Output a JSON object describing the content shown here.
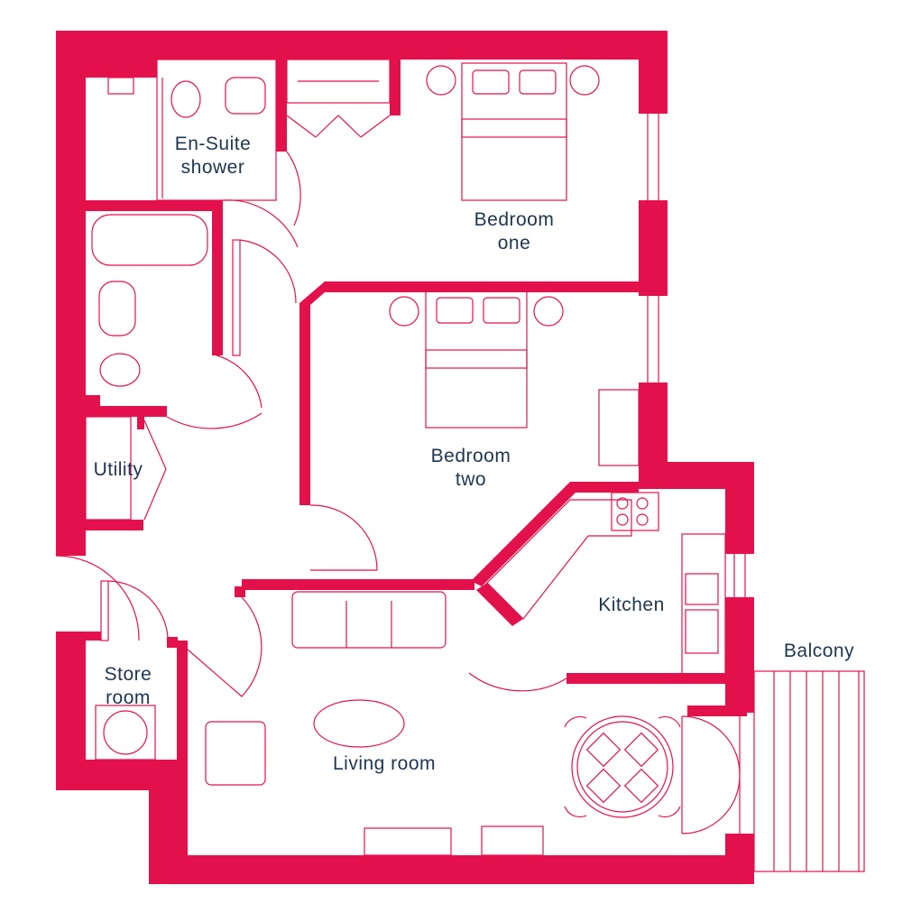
{
  "colors": {
    "wall": "#e3114b",
    "text": "#1e3550",
    "background": "#ffffff"
  },
  "rooms": {
    "ensuite": {
      "line1": "En-Suite",
      "line2": "shower"
    },
    "bedroom_one": {
      "line1": "Bedroom",
      "line2": "one"
    },
    "bedroom_two": {
      "line1": "Bedroom",
      "line2": "two"
    },
    "utility": {
      "line1": "Utility"
    },
    "kitchen": {
      "line1": "Kitchen"
    },
    "store": {
      "line1": "Store",
      "line2": "room"
    },
    "living": {
      "line1": "Living room"
    },
    "balcony": {
      "line1": "Balcony"
    }
  }
}
